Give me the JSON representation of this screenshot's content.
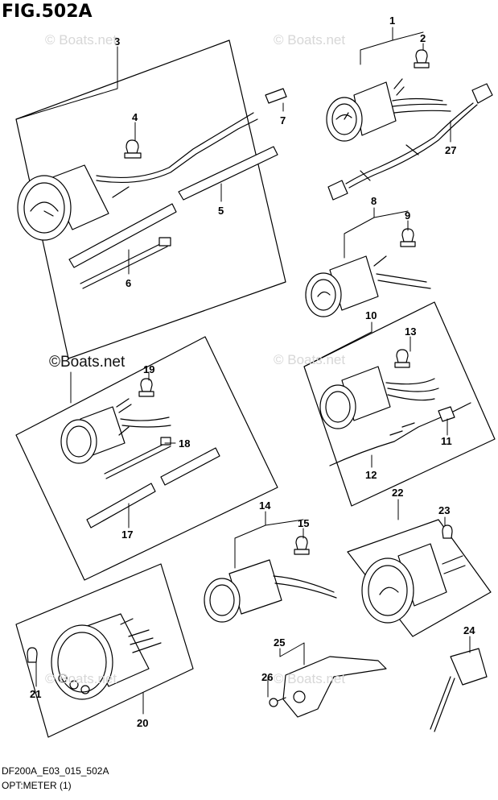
{
  "figure": {
    "title": "FIG.502A",
    "code": "DF200A_E03_015_502A",
    "subtitle": "OPT:METER (1)"
  },
  "watermarks": {
    "light": [
      "© Boats.net",
      "© Boats.net",
      "© Boats.net",
      "© Boats.net",
      "© Boats.net"
    ],
    "dark": "©Boats.net"
  },
  "callouts": {
    "c1": "1",
    "c2": "2",
    "c3": "3",
    "c4": "4",
    "c5": "5",
    "c6": "6",
    "c7": "7",
    "c8": "8",
    "c9": "9",
    "c10": "10",
    "c11": "11",
    "c12": "12",
    "c13": "13",
    "c14": "14",
    "c15": "15",
    "c17": "17",
    "c18": "18",
    "c19": "19",
    "c20": "20",
    "c21": "21",
    "c22": "22",
    "c23": "23",
    "c24": "24",
    "c25": "25",
    "c26": "26",
    "c27": "27"
  },
  "colors": {
    "line": "#000000",
    "watermark": "#d7d7d7",
    "background": "#ffffff"
  }
}
